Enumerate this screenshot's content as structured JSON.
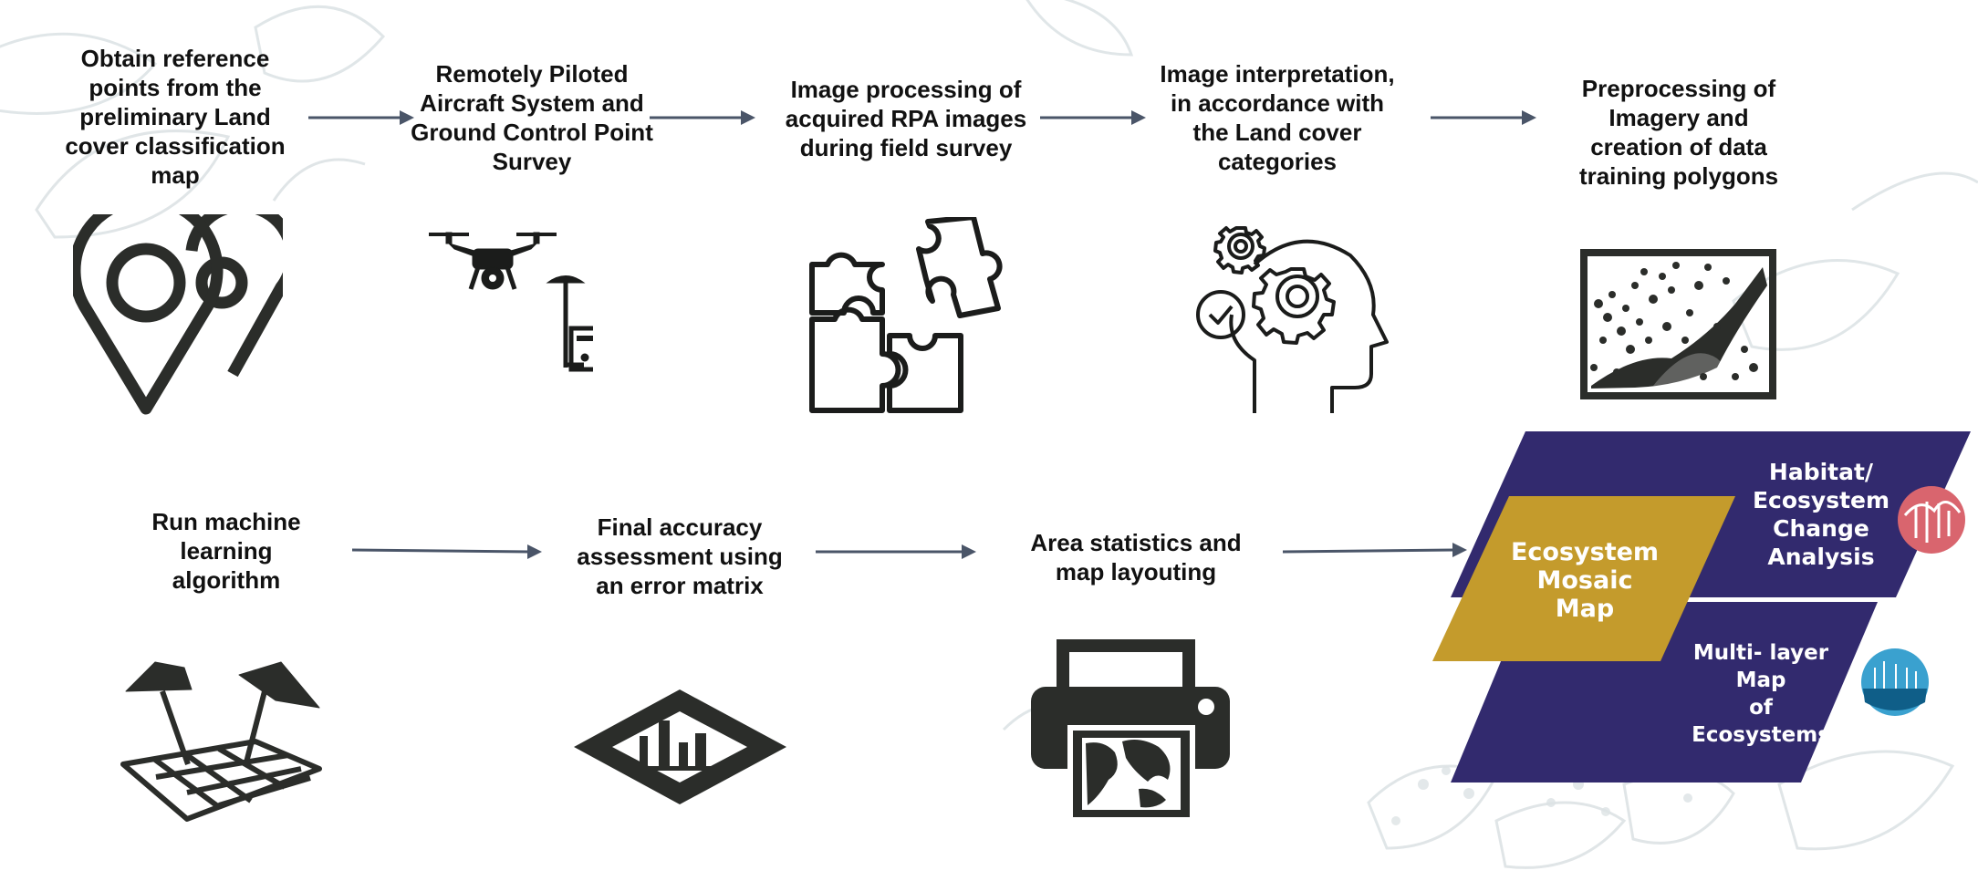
{
  "colors": {
    "text": "#111111",
    "icon": "#2b2d2a",
    "arrow": "#4a5568",
    "gold": "#c49b2c",
    "purple": "#322a6e",
    "leaf": "#d7dee0"
  },
  "steps": [
    {
      "lines": [
        "Obtain reference",
        "points from the",
        "preliminary Land",
        "cover classification",
        "map"
      ],
      "icon": "map-pin-icon"
    },
    {
      "lines": [
        "Remotely Piloted",
        "Aircraft System and",
        "Ground Control Point",
        "Survey"
      ],
      "icon": "drone-gps-icon"
    },
    {
      "lines": [
        "Image processing of",
        "acquired RPA images",
        "during field survey"
      ],
      "icon": "puzzle-icon"
    },
    {
      "lines": [
        "Image interpretation,",
        "in accordance with",
        "the Land cover",
        "categories"
      ],
      "icon": "head-gears-icon"
    },
    {
      "lines": [
        "Preprocessing of",
        "Imagery and",
        "creation of data",
        "training polygons"
      ],
      "icon": "imagery-map-icon"
    },
    {
      "lines": [
        "Run machine",
        "learning",
        "algorithm"
      ],
      "icon": "projector-grid-icon"
    },
    {
      "lines": [
        "Final accuracy",
        "assessment using",
        "an error matrix"
      ],
      "icon": "bar-chart-diamond-icon"
    },
    {
      "lines": [
        "Area statistics and",
        "map layouting"
      ],
      "icon": "printer-map-icon"
    }
  ],
  "outputs": {
    "mosaic": {
      "lines": [
        "Ecosystem",
        "Mosaic",
        "Map"
      ]
    },
    "change": {
      "lines": [
        "Habitat/",
        "Ecosystem",
        "Change",
        "Analysis"
      ]
    },
    "multilayer": {
      "lines": [
        "Multi- layer",
        "Map",
        "of",
        "Ecosystems"
      ]
    }
  }
}
